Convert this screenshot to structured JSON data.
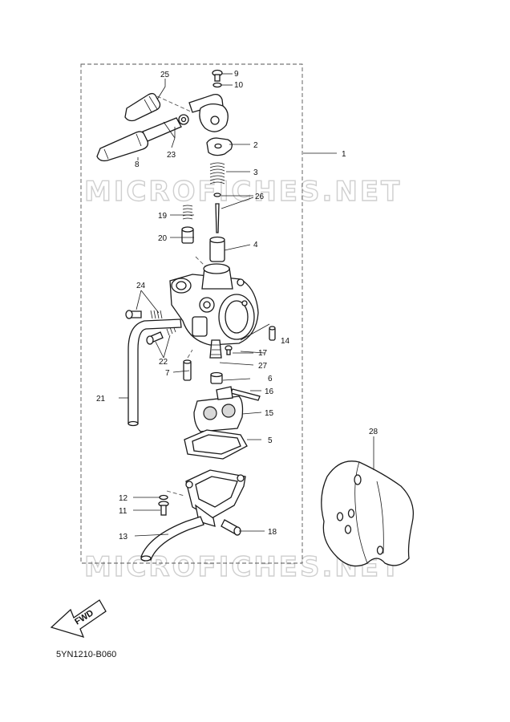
{
  "diagram": {
    "watermark": "MICROFICHES.NET",
    "fwd_label": "FWD",
    "figure_code": "5YN1210-B060",
    "callouts": {
      "c1": "1",
      "c2": "2",
      "c3": "3",
      "c4": "4",
      "c5": "5",
      "c6": "6",
      "c7": "7",
      "c8": "8",
      "c9": "9",
      "c10": "10",
      "c11": "11",
      "c12": "12",
      "c13": "13",
      "c14": "14",
      "c15": "15",
      "c16": "16",
      "c17": "17",
      "c18": "18",
      "c19": "19",
      "c20": "20",
      "c21": "21",
      "c22": "22",
      "c23": "23",
      "c24": "24",
      "c25": "25",
      "c26": "26",
      "c27": "27",
      "c28": "28"
    }
  }
}
